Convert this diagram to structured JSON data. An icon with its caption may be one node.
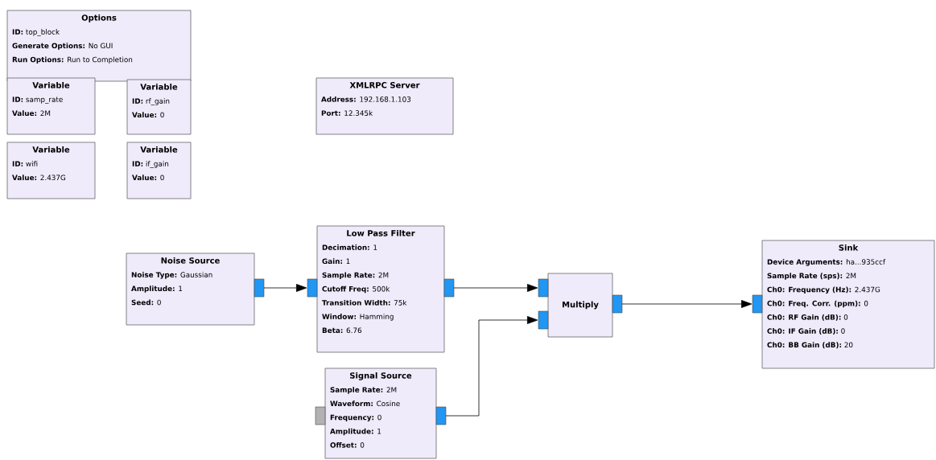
{
  "diagram": {
    "nodes": [
      {
        "text": [
          "Options",
          "**ID:** top_block",
          "**Generate Options:** No GUI",
          "**Run Options:** Run to Completion"
        ]
      },
      {
        "text": [
          "Variable",
          "**ID:** samp_rate",
          "**Value:** 2M"
        ]
      },
      {
        "text": [
          "Variable",
          "**ID:** rf_gain",
          "**Value:** 0"
        ]
      },
      {
        "text": [
          "Variable",
          "**ID:** wifi",
          "**Value:** 2.437G"
        ]
      },
      {
        "text": [
          "Variable",
          "**ID:** if_gain",
          "**Value:** 0"
        ]
      },
      {
        "text": [
          "XMLRPC Server",
          "**Address:** 192.168.1.103",
          "**Port:** 12.345k"
        ]
      },
      {
        "text": [
          "Noise Source",
          "**Noise Type:** Gaussian",
          "**Amplitude:** 1",
          "**Seed:** 0"
        ]
      },
      {
        "text": [
          "Low Pass Filter",
          "**Decimation:** 1",
          "**Gain:** 1",
          "**Sample Rate:** 2M",
          "**Cutoff Freq:** 500k",
          "**Transition Width:** 75k",
          "**Window:** Hamming",
          "**Beta:** 6.76"
        ]
      },
      {
        "text": [
          "Signal Source",
          "**Sample Rate:** 2M",
          "**Waveform:** Cosine",
          "**Frequency:** 0",
          "**Amplitude:** 1",
          "**Offset:** 0"
        ]
      },
      {
        "text": [
          "Multiply"
        ]
      },
      {
        "text": [
          "Sink",
          "**Device Arguments:** ha...935ccf",
          "**Sample Rate (sps):** 2M",
          "**Ch0: Frequency (Hz):** 2.437G",
          "**Ch0: Freq. Corr. (ppm):** 0",
          "**Ch0: RF Gain (dB):** 0",
          "**Ch0: IF Gain (dB):** 0",
          "**Ch0: BB Gain (dB):** 20"
        ]
      }
    ],
    "edges": [
      {
        "from": 6,
        "to": 7,
        "arrow": "to"
      },
      {
        "from": 7,
        "to": 9,
        "arrow": "to"
      },
      {
        "from": 8,
        "to": 9,
        "arrow": "to"
      },
      {
        "from": 9,
        "to": 10,
        "arrow": "to"
      }
    ]
  }
}
